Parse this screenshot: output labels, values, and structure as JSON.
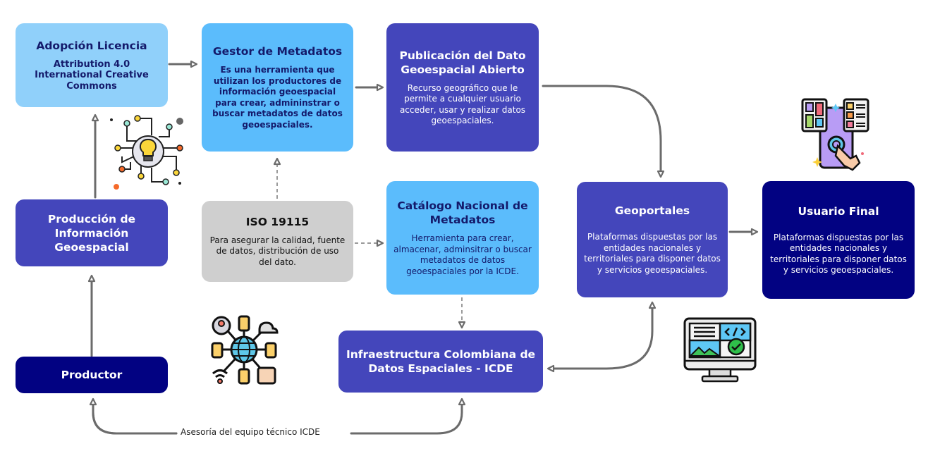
{
  "diagram": {
    "nodes": {
      "adopcion": {
        "title": "Adopción Licencia",
        "desc": "Attribution 4.0 International Creative Commons"
      },
      "gestor": {
        "title": "Gestor de Metadatos",
        "desc": "Es una herramienta que utilizan los productores de información geoespacial para crear, admininstrar o buscar metadatos de datos geoespaciales."
      },
      "publicacion": {
        "title": "Publicación del Dato Geoespacial Abierto",
        "desc": "Recurso geográfico que le permite a cualquier usuario acceder, usar y realizar datos geoespaciales."
      },
      "produccion": {
        "title": "Producción de Información Geoespacial"
      },
      "iso": {
        "title": "ISO 19115",
        "desc": "Para asegurar la calidad, fuente de datos, distribución de uso del dato."
      },
      "catalogo": {
        "title": "Catálogo Nacional de Metadatos",
        "desc": "Herramienta para crear, almacenar, adminsitrar o buscar metadatos de datos geoespaciales por la ICDE."
      },
      "geoportales": {
        "title": "Geoportales",
        "desc": "Plataformas dispuestas por las entidades nacionales y territoriales para disponer datos y servicios geoespaciales."
      },
      "usuario": {
        "title": "Usuario Final",
        "desc": "Plataformas dispuestas por las entidades nacionales y territoriales para disponer datos y servicios geoespaciales."
      },
      "productor": {
        "title": "Productor"
      },
      "icde": {
        "title": "Infraestructura Colombiana de Datos Espaciales - ICDE"
      }
    },
    "edges": [
      {
        "from": "productor",
        "to": "produccion",
        "style": "solid"
      },
      {
        "from": "produccion",
        "to": "adopcion",
        "style": "solid"
      },
      {
        "from": "adopcion",
        "to": "gestor",
        "style": "solid"
      },
      {
        "from": "gestor",
        "to": "publicacion",
        "style": "solid"
      },
      {
        "from": "publicacion",
        "to": "geoportales",
        "style": "solid"
      },
      {
        "from": "iso",
        "to": "gestor",
        "style": "dashed"
      },
      {
        "from": "iso",
        "to": "catalogo",
        "style": "dashed"
      },
      {
        "from": "catalogo",
        "to": "icde",
        "style": "dashed"
      },
      {
        "from": "geoportales",
        "to": "usuario",
        "style": "solid"
      },
      {
        "from": "geoportales",
        "to": "icde",
        "style": "solid",
        "bidirectional": true
      },
      {
        "from": "productor",
        "to": "icde",
        "style": "solid",
        "bidirectional": true,
        "label": "Asesoría del equipo técnico ICDE"
      }
    ],
    "edge_label": "Asesoría del equipo técnico ICDE",
    "icons": [
      "lightbulb-network-icon",
      "global-data-network-icon",
      "monitor-dashboard-icon",
      "mobile-app-touch-icon"
    ],
    "colors": {
      "light_blue": "#90d0fa",
      "sky_blue": "#5bbcfc",
      "indigo": "#4446bb",
      "navy": "#020282",
      "gray": "#cfcfcf",
      "connector": "#6b6b6b"
    }
  }
}
